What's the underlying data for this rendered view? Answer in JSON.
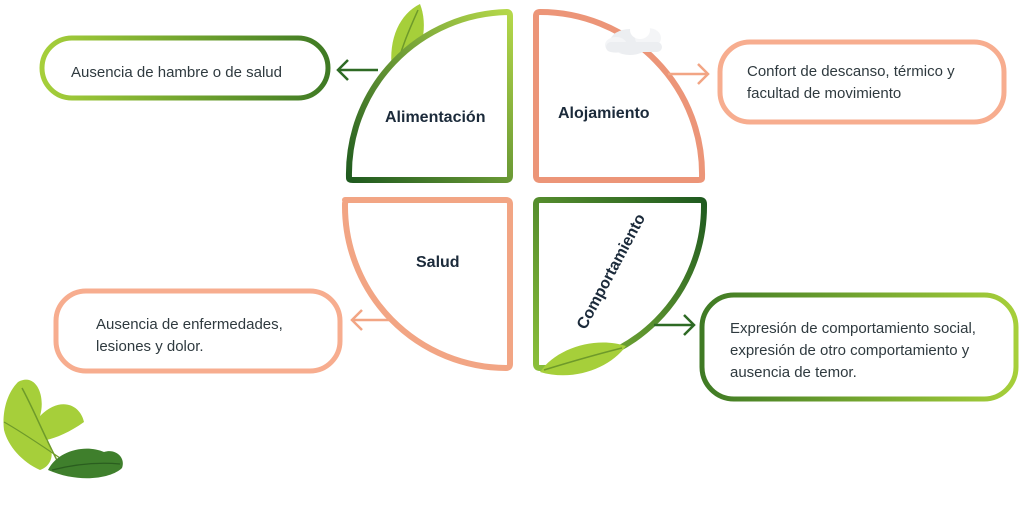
{
  "quadrants": {
    "alimentacion": {
      "label": "Alimentación",
      "description": "Ausencia de hambre o de salud"
    },
    "alojamiento": {
      "label": "Alojamiento",
      "description": "Confort de descanso, térmico y facultad de movimiento"
    },
    "salud": {
      "label": "Salud",
      "description": "Ausencia de enfermedades, lesiones y dolor."
    },
    "comportamiento": {
      "label": "Comportamiento",
      "description": "Expresión de comportamiento social, expresión de otro comportamiento y ausencia de temor."
    }
  },
  "colors": {
    "green_light": "#a6cf3a",
    "green_dark": "#1f5a1f",
    "salmon": "#f2a584",
    "salmon_dark": "#e8896b",
    "text": "#2f3a3f",
    "label": "#1b2a3a"
  },
  "icons": [
    "leaf-icon",
    "cloud-icon",
    "arrow-left-icon",
    "arrow-right-icon"
  ]
}
